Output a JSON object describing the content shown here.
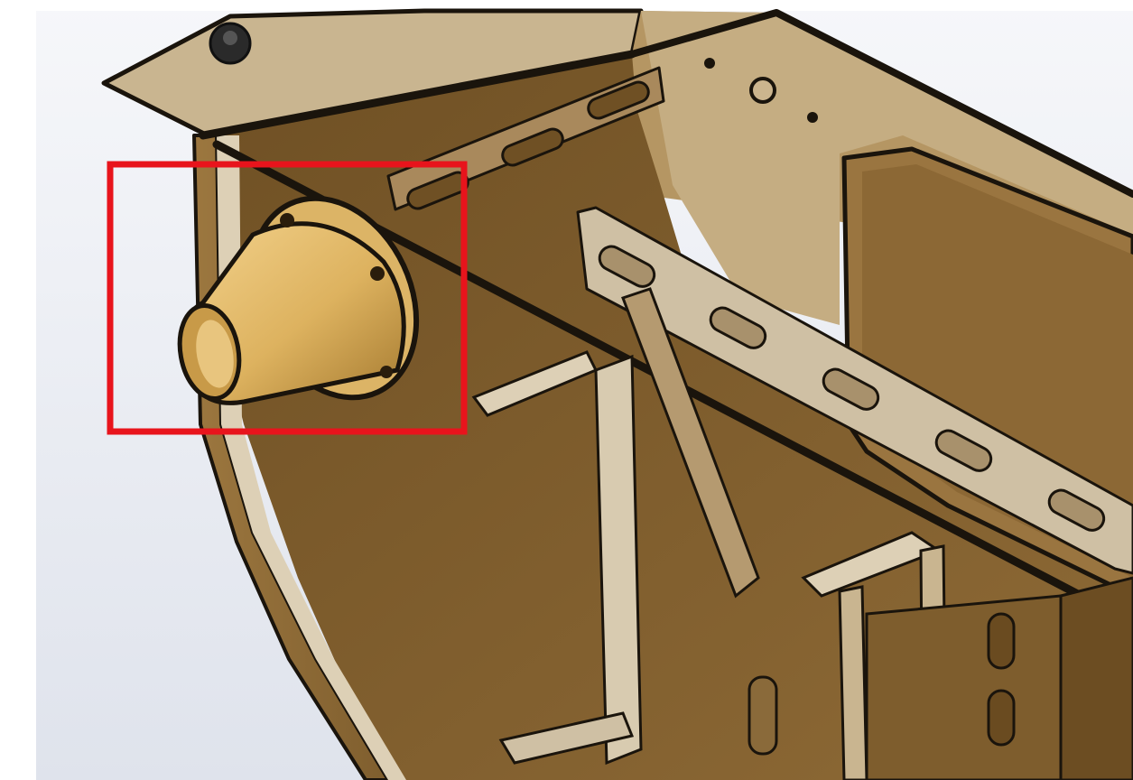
{
  "scene": {
    "subject": "cad-assembly-render",
    "colors": {
      "background_top": "#f6f7fa",
      "background_bottom": "#dfe3ec",
      "frame_edge": "#ffffff",
      "sheet_metal_dark": "#7a5a2b",
      "sheet_metal_mid": "#8e6a36",
      "sheet_metal_light": "#b08a55",
      "bracket_light": "#cfc0a4",
      "bracket_shadow": "#a8916c",
      "cone_light": "#f3d28c",
      "cone_mid": "#ddb25f",
      "cone_dark": "#a57a30",
      "outline": "#1a140c",
      "highlight_box": "#e8141c"
    }
  },
  "annotation": {
    "kind": "highlight-box",
    "target": "cone-nozzle"
  }
}
